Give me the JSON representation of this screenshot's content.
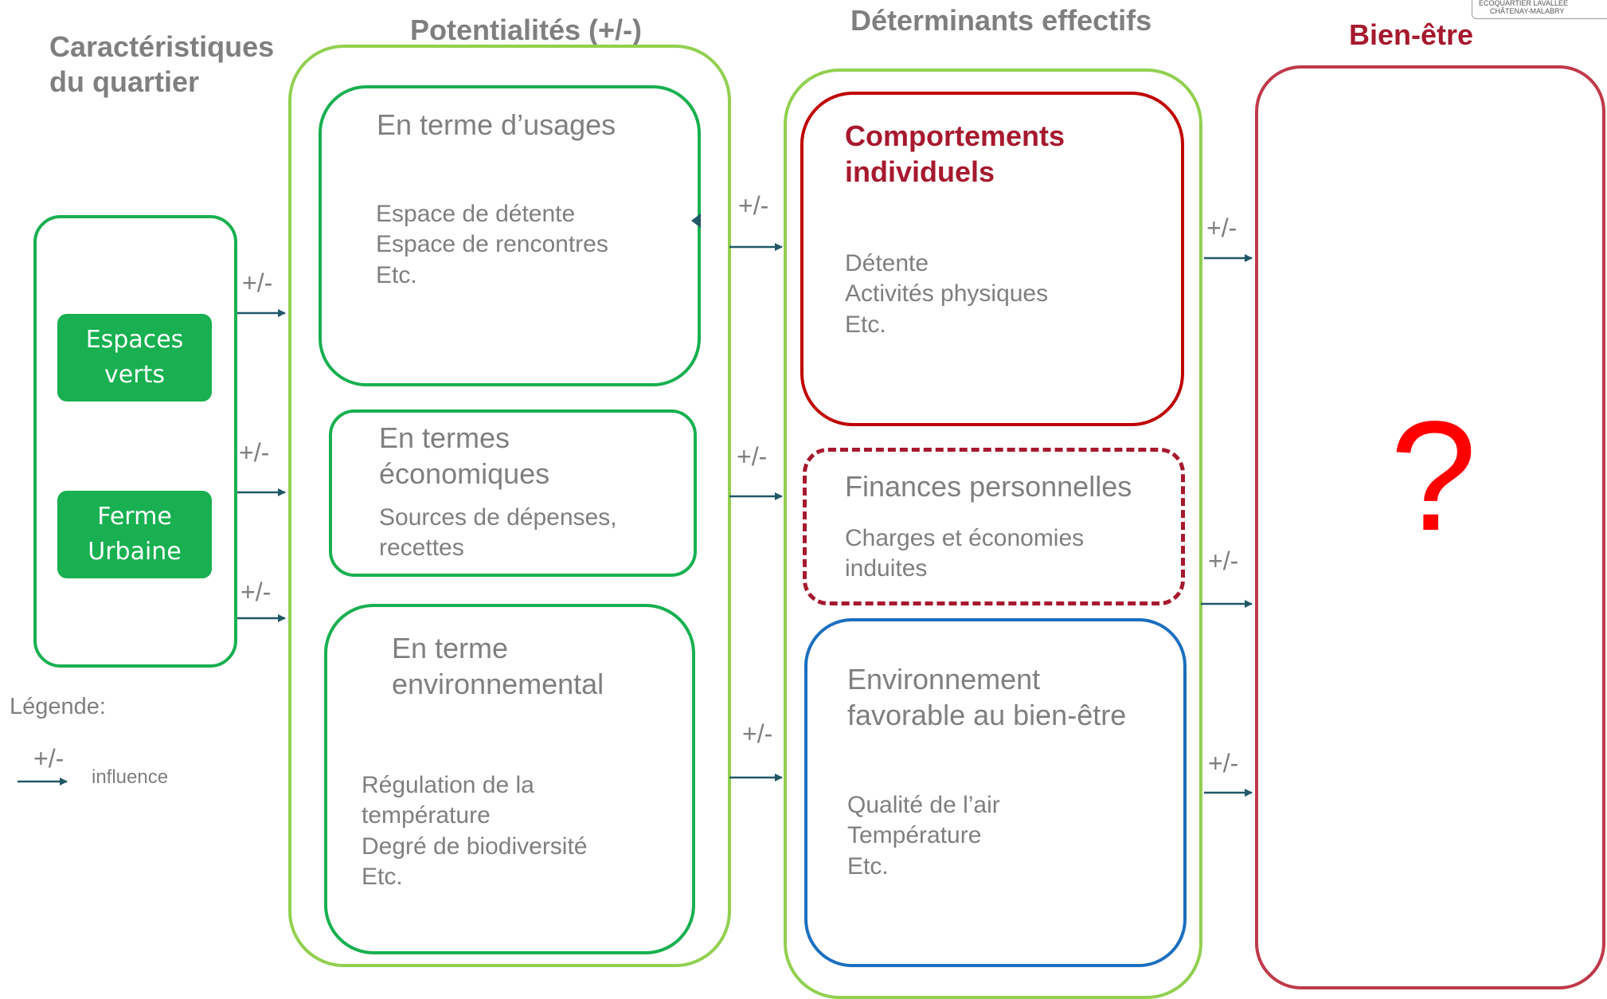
{
  "logo": {
    "line1": "ÉCOQUARTIER LAVALLÉE",
    "line2": "CHÂTENAY-MALABRY"
  },
  "columns": {
    "caracteristiques": {
      "title_line1": "Caractéristiques",
      "title_line2": "du quartier",
      "items": [
        "Espaces verts",
        "Ferme Urbaine"
      ],
      "item1_line1": "Espaces",
      "item1_line2": "verts",
      "item2_line1": "Ferme",
      "item2_line2": "Urbaine"
    },
    "potentialites": {
      "title": "Potentialités (+/-)",
      "usages": {
        "title": "En terme d’usages",
        "lines": [
          "Espace de détente",
          "Espace de rencontres",
          "Etc."
        ]
      },
      "economiques": {
        "title_line1": "En termes",
        "title_line2": "économiques",
        "lines": [
          "Sources de dépenses,",
          "recettes"
        ]
      },
      "environnemental": {
        "title_line1": "En terme",
        "title_line2": "environnemental",
        "lines": [
          "Régulation de la",
          "température",
          "Degré de biodiversité",
          "Etc."
        ]
      }
    },
    "determinants": {
      "title": "Déterminants effectifs",
      "comportements": {
        "title_line1": "Comportements",
        "title_line2": "individuels",
        "lines": [
          "Détente",
          "Activités physiques",
          "Etc."
        ]
      },
      "finances": {
        "title": "Finances personnelles",
        "lines": [
          "Charges et économies",
          "induites"
        ]
      },
      "environnement": {
        "title_line1": "Environnement",
        "title_line2": "favorable au bien-être",
        "lines": [
          "Qualité de l’air",
          "Température",
          "Etc."
        ]
      }
    },
    "bien_etre": {
      "title": "Bien-être",
      "mark": "?"
    }
  },
  "influence_label": "+/-",
  "legend": {
    "title": "Légende:",
    "symbol": "+/-",
    "text": "influence"
  },
  "colors": {
    "gray_text": "#7f7f7f",
    "light_green": "#92d050",
    "green": "#18b050",
    "dark_red": "#a6192e",
    "red_border": "#c00000",
    "blue": "#1b6fc0",
    "question_red": "#ff0000",
    "bien_etre_border": "#c0394a",
    "arrow": "#215868"
  }
}
